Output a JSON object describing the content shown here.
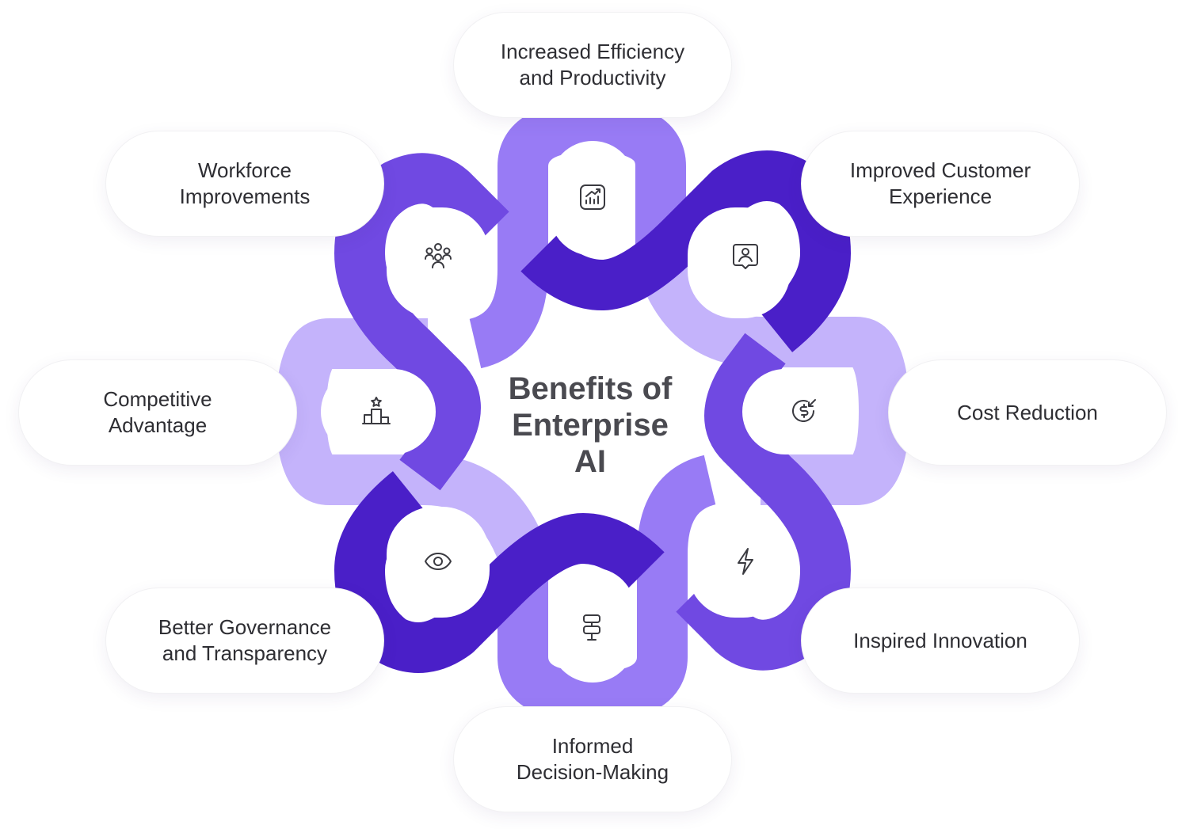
{
  "title": [
    "Benefits of",
    "Enterprise",
    "AI"
  ],
  "colors": {
    "dark": "#4a1fc8",
    "medium": "#7049e2",
    "light": "#987bf5",
    "pale": "#c4b3fb",
    "text": "#2e2e33",
    "title": "#4a4a50"
  },
  "benefits": [
    {
      "id": "efficiency",
      "lines": [
        "Increased Efficiency",
        "and Productivity"
      ],
      "icon": "chart-growth-icon"
    },
    {
      "id": "customer",
      "lines": [
        "Improved Customer",
        "Experience"
      ],
      "icon": "customer-profile-icon"
    },
    {
      "id": "cost",
      "lines": [
        "Cost Reduction"
      ],
      "icon": "dollar-reduction-icon"
    },
    {
      "id": "innovation",
      "lines": [
        "Inspired Innovation"
      ],
      "icon": "lightning-icon"
    },
    {
      "id": "decision",
      "lines": [
        "Informed",
        "Decision-Making"
      ],
      "icon": "signpost-icon"
    },
    {
      "id": "governance",
      "lines": [
        "Better Governance",
        "and Transparency"
      ],
      "icon": "eye-icon"
    },
    {
      "id": "competitive",
      "lines": [
        "Competitive",
        "Advantage"
      ],
      "icon": "podium-icon"
    },
    {
      "id": "workforce",
      "lines": [
        "Workforce",
        "Improvements"
      ],
      "icon": "team-icon"
    }
  ]
}
